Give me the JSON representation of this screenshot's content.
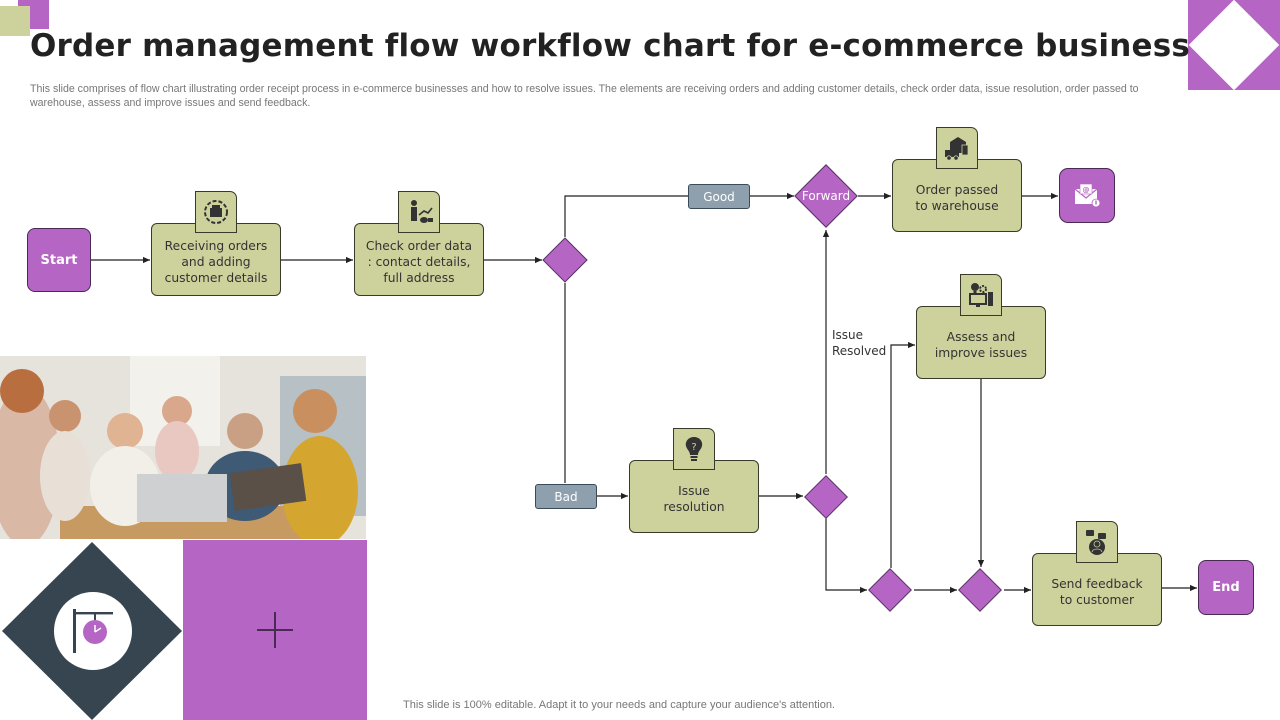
{
  "title": "Order management flow workflow chart for e-commerce business",
  "subtitle": "This slide comprises of flow chart illustrating order receipt process in e-commerce businesses and how to resolve issues. The elements are receiving orders and adding customer details, check order data, issue resolution, order passed to warehouse, assess and improve issues and send feedback.",
  "footer": "This slide is 100% editable. Adapt it to your needs and capture your audience's attention.",
  "colors": {
    "purple": "#b565c3",
    "olive": "#cdd29d",
    "slate": "#8ea0ad",
    "dark": "#36454f"
  },
  "flow": {
    "start": "Start",
    "end": "End",
    "steps": [
      {
        "id": "receive",
        "text": "Receiving orders\nand adding\ncustomer details",
        "icon": "box-refresh-icon"
      },
      {
        "id": "check",
        "text": "Check order data\n: contact details,\nfull address",
        "icon": "person-chart-money-icon"
      },
      {
        "id": "warehouse",
        "text": "Order passed\nto warehouse",
        "icon": "warehouse-truck-icon"
      },
      {
        "id": "assess",
        "text": "Assess and\nimprove  issues",
        "icon": "idea-computer-icon"
      },
      {
        "id": "resolution",
        "text": "Issue\nresolution",
        "icon": "bulb-question-icon"
      },
      {
        "id": "feedback",
        "text": "Send feedback\nto customer",
        "icon": "customer-chat-icon"
      }
    ],
    "labels": {
      "good": "Good",
      "bad": "Bad",
      "forward": "Forward",
      "issue_resolved": "Issue\nResolved"
    },
    "email_icon": "email-alert-icon"
  }
}
